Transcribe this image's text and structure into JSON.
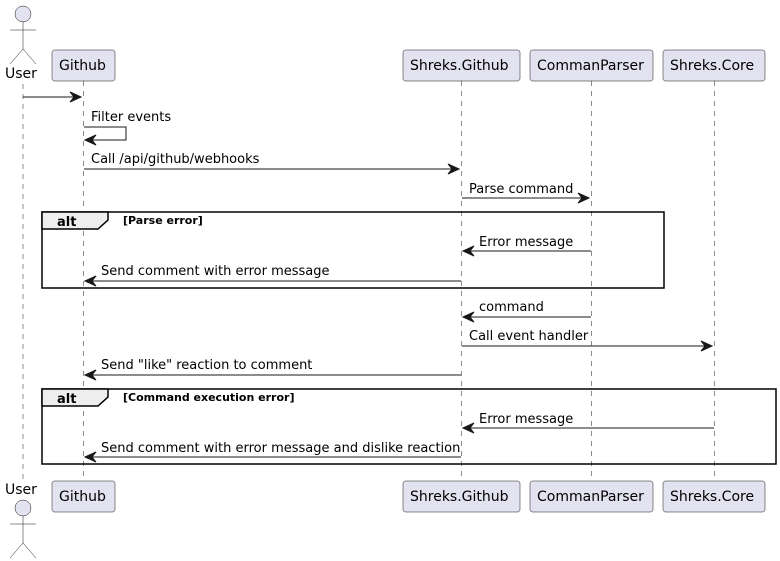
{
  "actor": {
    "name": "User"
  },
  "participants": [
    {
      "id": "github",
      "name": "Github"
    },
    {
      "id": "shreks-github",
      "name": "Shreks.Github"
    },
    {
      "id": "comman-parser",
      "name": "CommanParser"
    },
    {
      "id": "shreks-core",
      "name": "Shreks.Core"
    }
  ],
  "messages": [
    {
      "from": "user",
      "to": "github",
      "label": ""
    },
    {
      "from": "github",
      "to": "github",
      "label": "Filter events"
    },
    {
      "from": "github",
      "to": "shreks-github",
      "label": "Call /api/github/webhooks"
    },
    {
      "from": "shreks-github",
      "to": "comman-parser",
      "label": "Parse command"
    },
    {
      "from": "comman-parser",
      "to": "shreks-github",
      "label": "Error message"
    },
    {
      "from": "shreks-github",
      "to": "github",
      "label": "Send comment with error message"
    },
    {
      "from": "comman-parser",
      "to": "shreks-github",
      "label": "command"
    },
    {
      "from": "shreks-github",
      "to": "shreks-core",
      "label": "Call event handler"
    },
    {
      "from": "shreks-github",
      "to": "github",
      "label": "Send \"like\" reaction to comment"
    },
    {
      "from": "shreks-core",
      "to": "shreks-github",
      "label": "Error message"
    },
    {
      "from": "shreks-github",
      "to": "github",
      "label": "Send comment with error message and dislike reaction"
    }
  ],
  "fragments": [
    {
      "keyword": "alt",
      "guard": "[Parse error]"
    },
    {
      "keyword": "alt",
      "guard": "[Command execution error]"
    }
  ]
}
